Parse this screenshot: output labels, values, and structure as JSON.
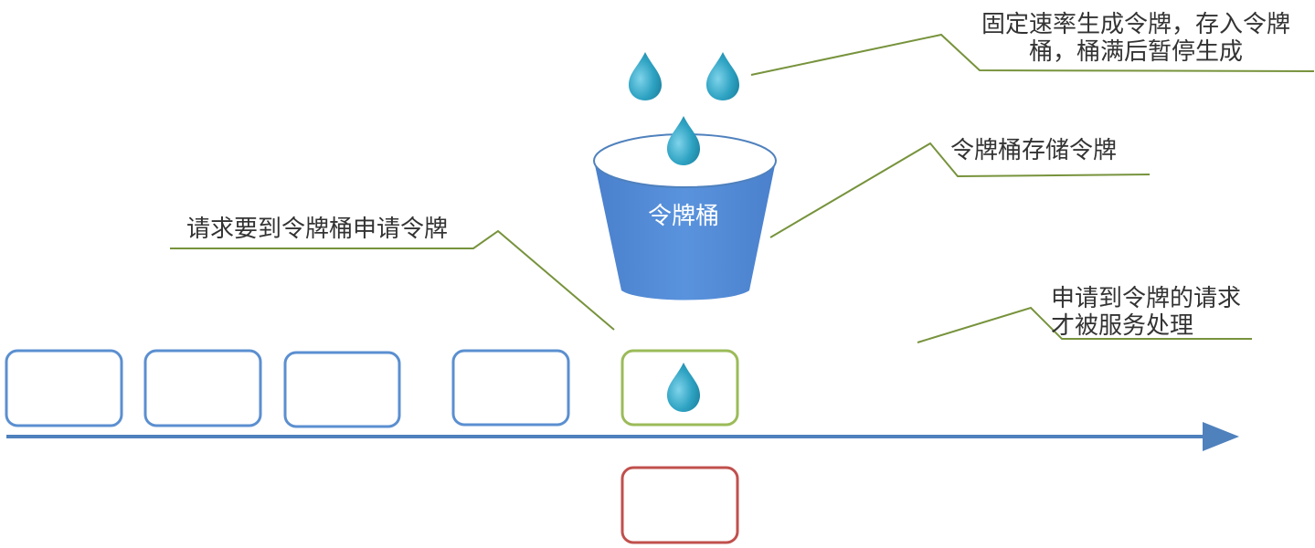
{
  "annotations": {
    "token_generation": "固定速率生成令牌，存入令牌桶，桶满后暂停生成",
    "bucket_storage": "令牌桶存储令牌",
    "request_apply": "请求要到令牌桶申请令牌",
    "request_served": "申请到令牌的请求才被服务处理"
  },
  "bucket": {
    "label": "令牌桶"
  },
  "colors": {
    "bucket_fill": "#548DD4",
    "bucket_rim": "#3B73C4",
    "drop": "#2FA3C3",
    "leader_line": "#77933C",
    "request_box": "#5B8FD0",
    "served_box": "#9BBB59",
    "rejected_box": "#C0504D",
    "timeline": "#4F81BD"
  },
  "icons": [
    "water-drop-icon",
    "arrow-right-icon"
  ]
}
